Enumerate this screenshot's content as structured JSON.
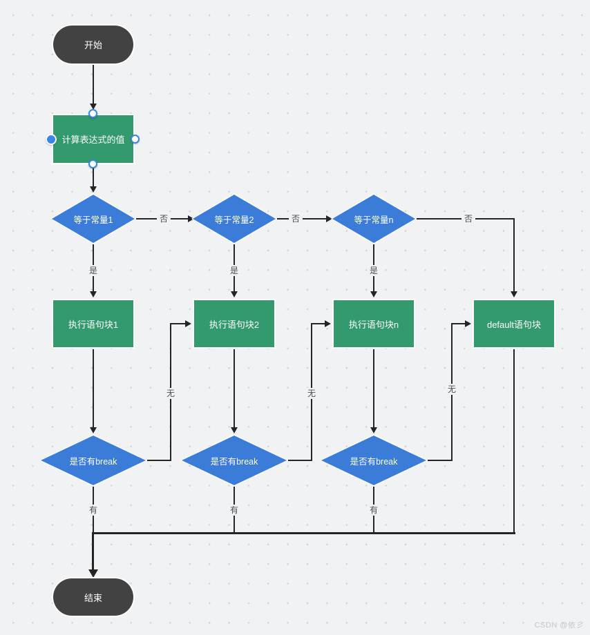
{
  "canvas": {
    "background": "#f1f2f4",
    "dot_color": "#d3d5d8"
  },
  "colors": {
    "terminal_fill": "#424242",
    "process_fill": "#339a6d",
    "decision_fill": "#3a7cd8",
    "edge_line": "#242424",
    "edge_label_text": "#4d4d4d",
    "selection_handle": "#3a86e0",
    "shape_text": "#ffffff"
  },
  "nodes": {
    "start": {
      "label": "开始",
      "type": "terminal"
    },
    "expr": {
      "label": "计算表达式的值",
      "type": "process",
      "selected": true
    },
    "case1": {
      "label": "等于常量1",
      "type": "decision"
    },
    "case2": {
      "label": "等于常量2",
      "type": "decision"
    },
    "casen": {
      "label": "等于常量n",
      "type": "decision"
    },
    "block1": {
      "label": "执行语句块1",
      "type": "process"
    },
    "block2": {
      "label": "执行语句块2",
      "type": "process"
    },
    "blockn": {
      "label": "执行语句块n",
      "type": "process"
    },
    "default_block": {
      "label": "default语句块",
      "type": "process"
    },
    "break1": {
      "label": "是否有break",
      "type": "decision"
    },
    "break2": {
      "label": "是否有break",
      "type": "decision"
    },
    "break3": {
      "label": "是否有break",
      "type": "decision"
    },
    "end": {
      "label": "结束",
      "type": "terminal"
    }
  },
  "edge_labels": {
    "no": "否",
    "yes": "是",
    "none": "无",
    "have": "有"
  },
  "watermark": "CSDN @依彡"
}
